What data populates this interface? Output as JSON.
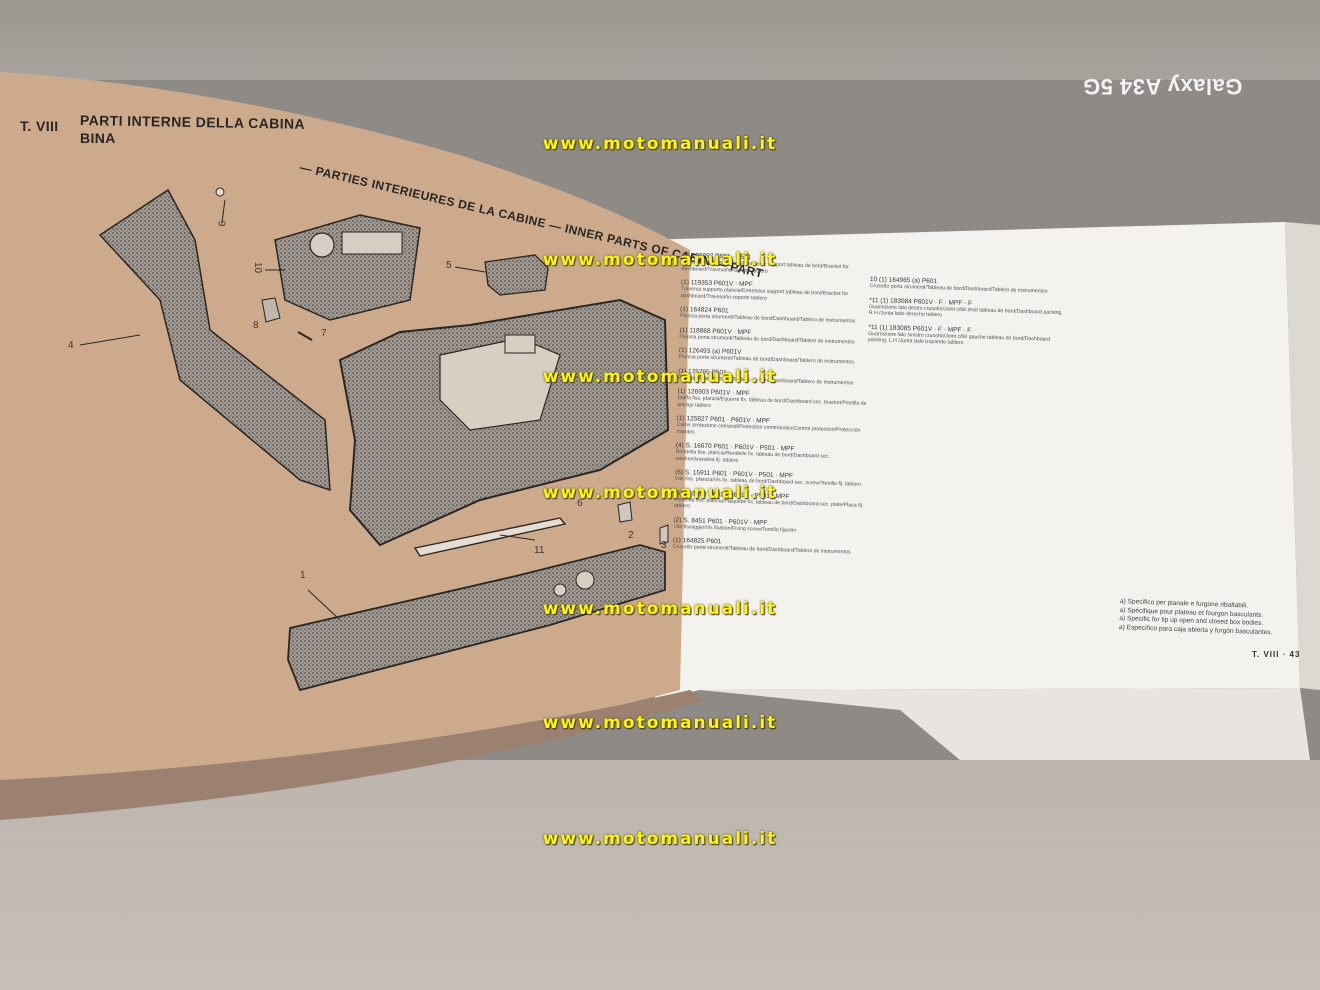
{
  "phone_label": "Galaxy A34 5G",
  "heading": {
    "tag": "T. VIII",
    "line1": "PARTI INTERNE DELLA CABINA",
    "line2": "BINA",
    "line3": "— PARTIES INTERIEURES DE LA CABINE — INNER PARTS OF CABIN — PART"
  },
  "watermarks": [
    "www.motomanuali.it",
    "www.motomanuali.it",
    "www.motomanuali.it",
    "www.motomanuali.it",
    "www.motomanuali.it",
    "www.motomanuali.it",
    "www.motomanuali.it"
  ],
  "callouts": [
    "9",
    "10",
    "5",
    "4",
    "8",
    "6",
    "7",
    "2",
    "3",
    "11",
    "1"
  ],
  "parts_col1": [
    {
      "code": "(1) 186897    P601 · P501",
      "desc": "Traversa supporto plancia/Entretoise support tableau de bord/Bracket for dashboard/Travesaño soporte tablero"
    },
    {
      "code": "(1) 119353    P601V · MPF",
      "desc": "Traversa supporto plancia/Entretoise support tableau de bord/Bracket for dashboard/Travesaño soporte tablero"
    },
    {
      "code": "(1) 164824    P601",
      "desc": "Plancia porta strumenti/Tableau de bord/Dashboard/Tablero de instrumentos"
    },
    {
      "code": "(1) 118868    P601V · MPF",
      "desc": "Plancia porta strumenti/Tableau de bord/Dashboard/Tablero de instrumentos"
    },
    {
      "code": "(1) 126493 (a) P601V",
      "desc": "Plancia porta strumenti/Tableau de bord/Dashboard/Tablero de instrumentos"
    },
    {
      "code": "(1) 175795    P501",
      "desc": "Plancia porta strumenti/Tableau de bord/Dashboard/Tablero de instrumentos"
    },
    {
      "code": "(1) 126903    P601V · MPF",
      "desc": "Staffa fiss. plancia/Equerre fix. tableau de bord/Dashboard sec. bracket/Pestilla de anclaje tablero"
    },
    {
      "code": "(1) 125827    P601 · P601V · MPF",
      "desc": "Carter protezione comandi/Protection commandes/Control protection/Protección mandos"
    },
    {
      "code": "(4) S. 16670    P601 · P601V · P501 · MPF",
      "desc": "Rondella fiss. plancia/Rondelle fix. tableau de bord/Dashboard sec. washer/Arandela fij. tablero"
    },
    {
      "code": "(6) S. 15911    P601 · P601V · P501 · MPF",
      "desc": "Vite fiss. plancia/Vis fix. tableau de bord/Dashboard sec. screw/Tornillo fij. tablero"
    },
    {
      "code": "(6) S. 8080    P601 · P601V · P501 · MPF",
      "desc": "Piastrina fiss. plancia/Plaquette fix. tableau de bord/Dashboard sec. plate/Placa fij. tablero"
    },
    {
      "code": "(2) S. 8451    P601 · P601V · MPF",
      "desc": "Vite fissaggio/Vis fixation/Fixing screw/Tornillo fijación"
    },
    {
      "code": "(1) 164825    P601",
      "desc": "Crusotto porta strumenti/Tableau de bord/Dashboard/Tablero de instrumentos"
    }
  ],
  "parts_col2": [
    {
      "code": "10  (1) 164965 (a)  P601",
      "desc": "Crusotto porta strumenti/Tableau de bord/Dashboard/Tablero de instrumentos"
    },
    {
      "code": "*11  (1) 183084    P601V · F · MPF · F",
      "desc": "Guarnizione lato destro crusotto/Joint côté droit tableau de bord/Dashboard packing, R.H./Junta lado derecho tablero"
    },
    {
      "code": "*11  (1) 183085    P601V · F · MPF · F",
      "desc": "Guarnizione lato sinistro crusotto/Joint côté gauche tableau de bord/Dashboard packing, L.H./Junta lado izquierdo tablero"
    }
  ],
  "notes": [
    "a) Specifico per pianale e furgone ribaltabili.",
    "a) Spécifique pour plateau et fourgon basculants.",
    "a) Specific for tip up open and closed box bodies.",
    "a) Específico para caja abierta y furgón basculantes."
  ],
  "page_ref": "T. VIII · 43"
}
